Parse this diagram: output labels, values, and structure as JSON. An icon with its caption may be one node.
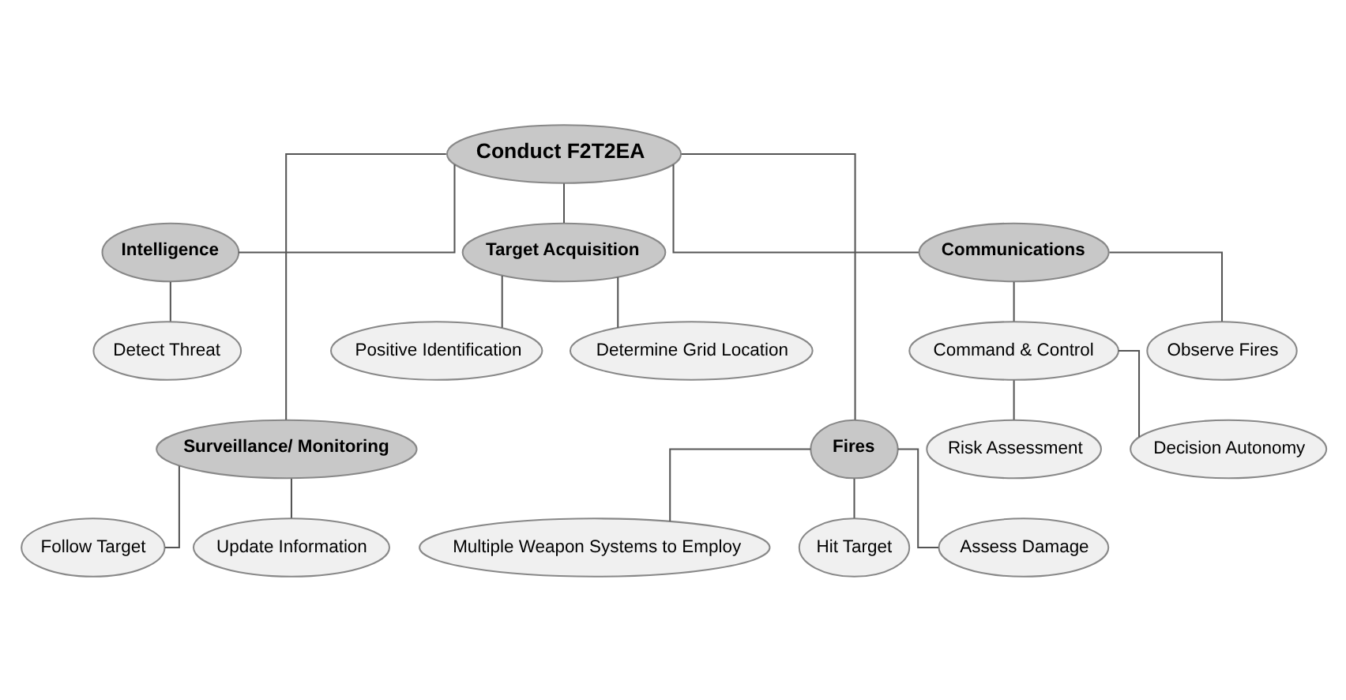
{
  "diagram": {
    "nodes": [
      {
        "text": [
          "Conduct F2T2EA"
        ]
      },
      {
        "text": [
          "Intelligence"
        ]
      },
      {
        "text": [
          "Detect Threat"
        ]
      },
      {
        "text": [
          "Surveillance/ Monitoring"
        ]
      },
      {
        "text": [
          "Follow Target"
        ]
      },
      {
        "text": [
          "Update Information"
        ]
      },
      {
        "text": [
          "Target Acquisition"
        ]
      },
      {
        "text": [
          "Positive Identification"
        ]
      },
      {
        "text": [
          "Determine Grid Location"
        ]
      },
      {
        "text": [
          "Fires"
        ]
      },
      {
        "text": [
          "Multiple Weapon Systems to Employ"
        ]
      },
      {
        "text": [
          "Hit Target"
        ]
      },
      {
        "text": [
          "Assess Damage"
        ]
      },
      {
        "text": [
          "Communications"
        ]
      },
      {
        "text": [
          "Command & Control"
        ]
      },
      {
        "text": [
          "Observe Fires"
        ]
      },
      {
        "text": [
          "Risk Assessment"
        ]
      },
      {
        "text": [
          "Decision Autonomy"
        ]
      }
    ],
    "edges": [
      {
        "from": 0,
        "to": 1,
        "arrow": "none"
      },
      {
        "from": 0,
        "to": 3,
        "arrow": "none"
      },
      {
        "from": 0,
        "to": 6,
        "arrow": "none"
      },
      {
        "from": 0,
        "to": 9,
        "arrow": "none"
      },
      {
        "from": 0,
        "to": 13,
        "arrow": "none"
      },
      {
        "from": 1,
        "to": 2,
        "arrow": "none"
      },
      {
        "from": 3,
        "to": 4,
        "arrow": "none"
      },
      {
        "from": 3,
        "to": 5,
        "arrow": "none"
      },
      {
        "from": 6,
        "to": 7,
        "arrow": "none"
      },
      {
        "from": 6,
        "to": 8,
        "arrow": "none"
      },
      {
        "from": 9,
        "to": 10,
        "arrow": "none"
      },
      {
        "from": 9,
        "to": 11,
        "arrow": "none"
      },
      {
        "from": 9,
        "to": 12,
        "arrow": "none"
      },
      {
        "from": 13,
        "to": 14,
        "arrow": "none"
      },
      {
        "from": 13,
        "to": 15,
        "arrow": "none"
      },
      {
        "from": 14,
        "to": 16,
        "arrow": "none"
      },
      {
        "from": 14,
        "to": 17,
        "arrow": "none"
      }
    ]
  }
}
